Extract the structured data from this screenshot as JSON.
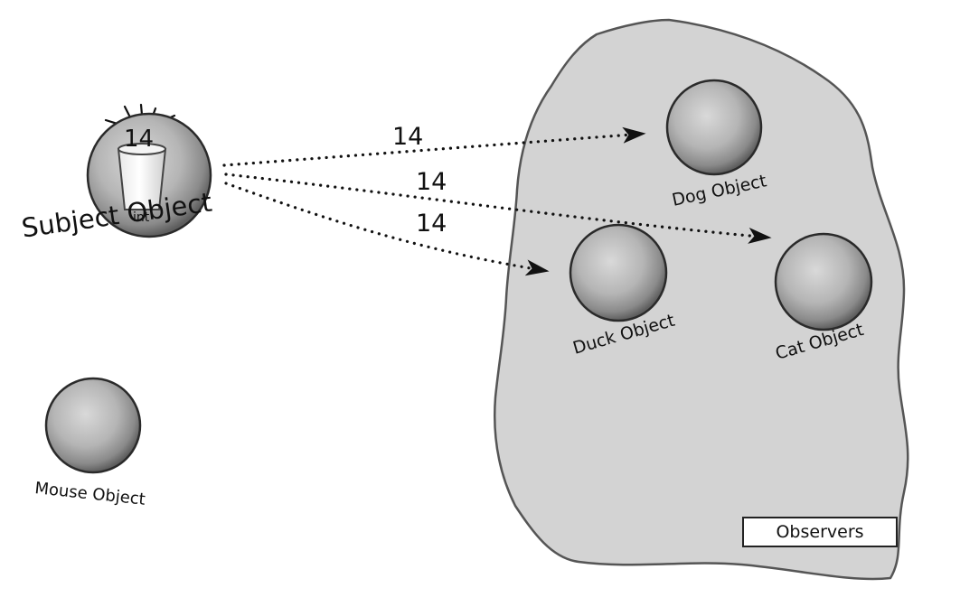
{
  "diagram": {
    "subject": {
      "label": "Subject Object",
      "value": "14",
      "type_label": "int"
    },
    "messages": [
      "14",
      "14",
      "14"
    ],
    "observers": {
      "group_label": "Observers",
      "members": [
        "Dog Object",
        "Duck Object",
        "Cat Object"
      ]
    },
    "non_observer": {
      "label": "Mouse Object"
    }
  },
  "colors": {
    "region_fill": "#d3d3d3",
    "region_stroke": "#555555",
    "sphere_light": "#d8d8d8",
    "sphere_dark": "#6a6a6a",
    "arrow": "#111111"
  }
}
